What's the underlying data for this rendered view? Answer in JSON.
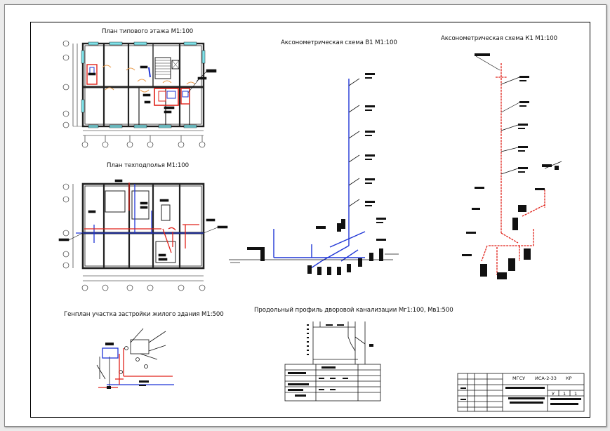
{
  "titles": {
    "typical_floor_plan": "План типового этажа М1:100",
    "tech_underground_plan": "План техподполья М1:100",
    "axon_water": "Аксонометрическая схема В1 М1:100",
    "axon_sewer": "Аксонометрическая схема К1 М1:100",
    "site_plan": "Генплан участка застройки жилого здания М1:500",
    "sewer_profile": "Продольный профиль дворовой канализации Мг1:100, Мв1:500"
  },
  "stamp": {
    "org": "МГСУ",
    "code": "ИСА-2-33",
    "type": "КР",
    "stage": "У",
    "sheet": "1",
    "sheets": "1"
  },
  "colors": {
    "water_pipe": "#1f35d6",
    "sewer_pipe": "#e0231b",
    "wall": "#222222",
    "window": "#7fe3ea",
    "drawing_line": "#000000"
  }
}
